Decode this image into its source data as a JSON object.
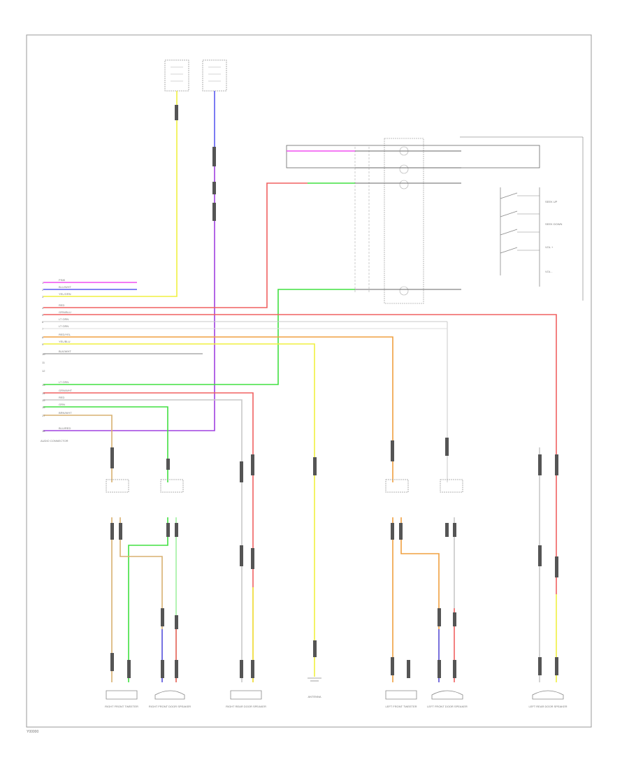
{
  "diagram": {
    "connector_label": "AUDIO CONNECTOR",
    "footer_code": "Y00000",
    "wire_colors": {
      "pink": "#f04ef0",
      "blue": "#5a5af0",
      "purple": "#a040e0",
      "yellow": "#f0f040",
      "orange": "#f0a040",
      "red": "#f06060",
      "green": "#40e040",
      "tan": "#d8b070",
      "gray": "#c8c8c8",
      "darkgray": "#808080",
      "lightgreen": "#a0f0a0"
    },
    "pins": [
      {
        "num": "1",
        "wire": "PINK"
      },
      {
        "num": "2",
        "wire": "BLU/WHT"
      },
      {
        "num": "3",
        "wire": "YEL/GRN"
      },
      {
        "num": "4",
        "wire": "RED"
      },
      {
        "num": "5",
        "wire": "GRN/BLU"
      },
      {
        "num": "6",
        "wire": "LT GRN"
      },
      {
        "num": "7",
        "wire": "LT GRN"
      },
      {
        "num": "8",
        "wire": "RED/YEL"
      },
      {
        "num": "9",
        "wire": "YEL/BLU"
      },
      {
        "num": "10",
        "wire": "BLK/WHT"
      },
      {
        "num": "11",
        "wire": ""
      },
      {
        "num": "12",
        "wire": ""
      },
      {
        "num": "13",
        "wire": "LT GRN"
      },
      {
        "num": "14",
        "wire": "GRN/WHT"
      },
      {
        "num": "15",
        "wire": "RED"
      },
      {
        "num": "16",
        "wire": "GRN"
      },
      {
        "num": "17",
        "wire": "BRN/WHT"
      },
      {
        "num": "18",
        "wire": "BLU/RED"
      }
    ],
    "components": [
      {
        "id": "c1",
        "label": "RIGHT FRONT TWEETER"
      },
      {
        "id": "c2",
        "label": "RIGHT FRONT DOOR SPEAKER"
      },
      {
        "id": "c3",
        "label": "RIGHT REAR DOOR SPEAKER"
      },
      {
        "id": "c4",
        "label": "ANTENNA"
      },
      {
        "id": "c5",
        "label": "LEFT FRONT TWEETER"
      },
      {
        "id": "c6",
        "label": "LEFT FRONT DOOR SPEAKER"
      },
      {
        "id": "c7",
        "label": "LEFT REAR DOOR SPEAKER"
      }
    ],
    "switch_labels": [
      "SEEK UP",
      "SEEK DOWN",
      "VOL +",
      "VOL -"
    ]
  }
}
